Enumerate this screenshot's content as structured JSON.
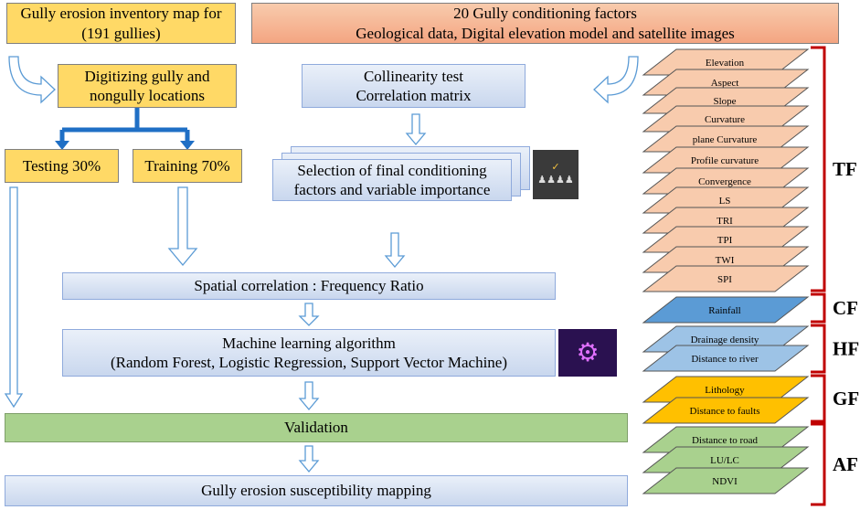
{
  "boxes": {
    "inventory": "Gully erosion inventory map for (191 gullies)",
    "factors_line1": "20 Gully conditioning factors",
    "factors_line2": "Geological data, Digital elevation model and satellite images",
    "digitizing": "Digitizing gully and nongully locations",
    "testing": "Testing 30%",
    "training": "Training 70%",
    "collinearity_line1": "Collinearity test",
    "collinearity_line2": "Correlation matrix",
    "selection": "Selection of final conditioning factors  and variable importance",
    "spatial": "Spatial correlation : Frequency Ratio",
    "ml_line1": "Machine learning algorithm",
    "ml_line2": "(Random Forest, Logistic Regression, Support Vector Machine)",
    "validation": "Validation",
    "mapping": "Gully erosion susceptibility mapping"
  },
  "layers": [
    {
      "label": "Elevation",
      "color": "#F8CBAD"
    },
    {
      "label": "Aspect",
      "color": "#F8CBAD"
    },
    {
      "label": "Slope",
      "color": "#F8CBAD"
    },
    {
      "label": "Curvature",
      "color": "#F8CBAD"
    },
    {
      "label": "plane  Curvature",
      "color": "#F8CBAD"
    },
    {
      "label": "Profile  curvature",
      "color": "#F8CBAD"
    },
    {
      "label": "Convergence",
      "color": "#F8CBAD"
    },
    {
      "label": "LS",
      "color": "#F8CBAD"
    },
    {
      "label": "TRI",
      "color": "#F8CBAD"
    },
    {
      "label": "TPI",
      "color": "#F8CBAD"
    },
    {
      "label": "TWI",
      "color": "#F8CBAD"
    },
    {
      "label": "SPI",
      "color": "#F8CBAD"
    },
    {
      "label": "Rainfall",
      "color": "#5B9BD5"
    },
    {
      "label": "Drainage  density",
      "color": "#9DC3E6"
    },
    {
      "label": "Distance  to river",
      "color": "#9DC3E6"
    },
    {
      "label": "Lithology",
      "color": "#FFC000"
    },
    {
      "label": "Distance  to faults",
      "color": "#FFC000"
    },
    {
      "label": "Distance  to road",
      "color": "#A9D18E"
    },
    {
      "label": "LU/LC",
      "color": "#A9D18E"
    },
    {
      "label": "NDVI",
      "color": "#A9D18E"
    }
  ],
  "groups": [
    {
      "label": "TF"
    },
    {
      "label": "CF"
    },
    {
      "label": "HF"
    },
    {
      "label": "GF"
    },
    {
      "label": "AF"
    }
  ]
}
